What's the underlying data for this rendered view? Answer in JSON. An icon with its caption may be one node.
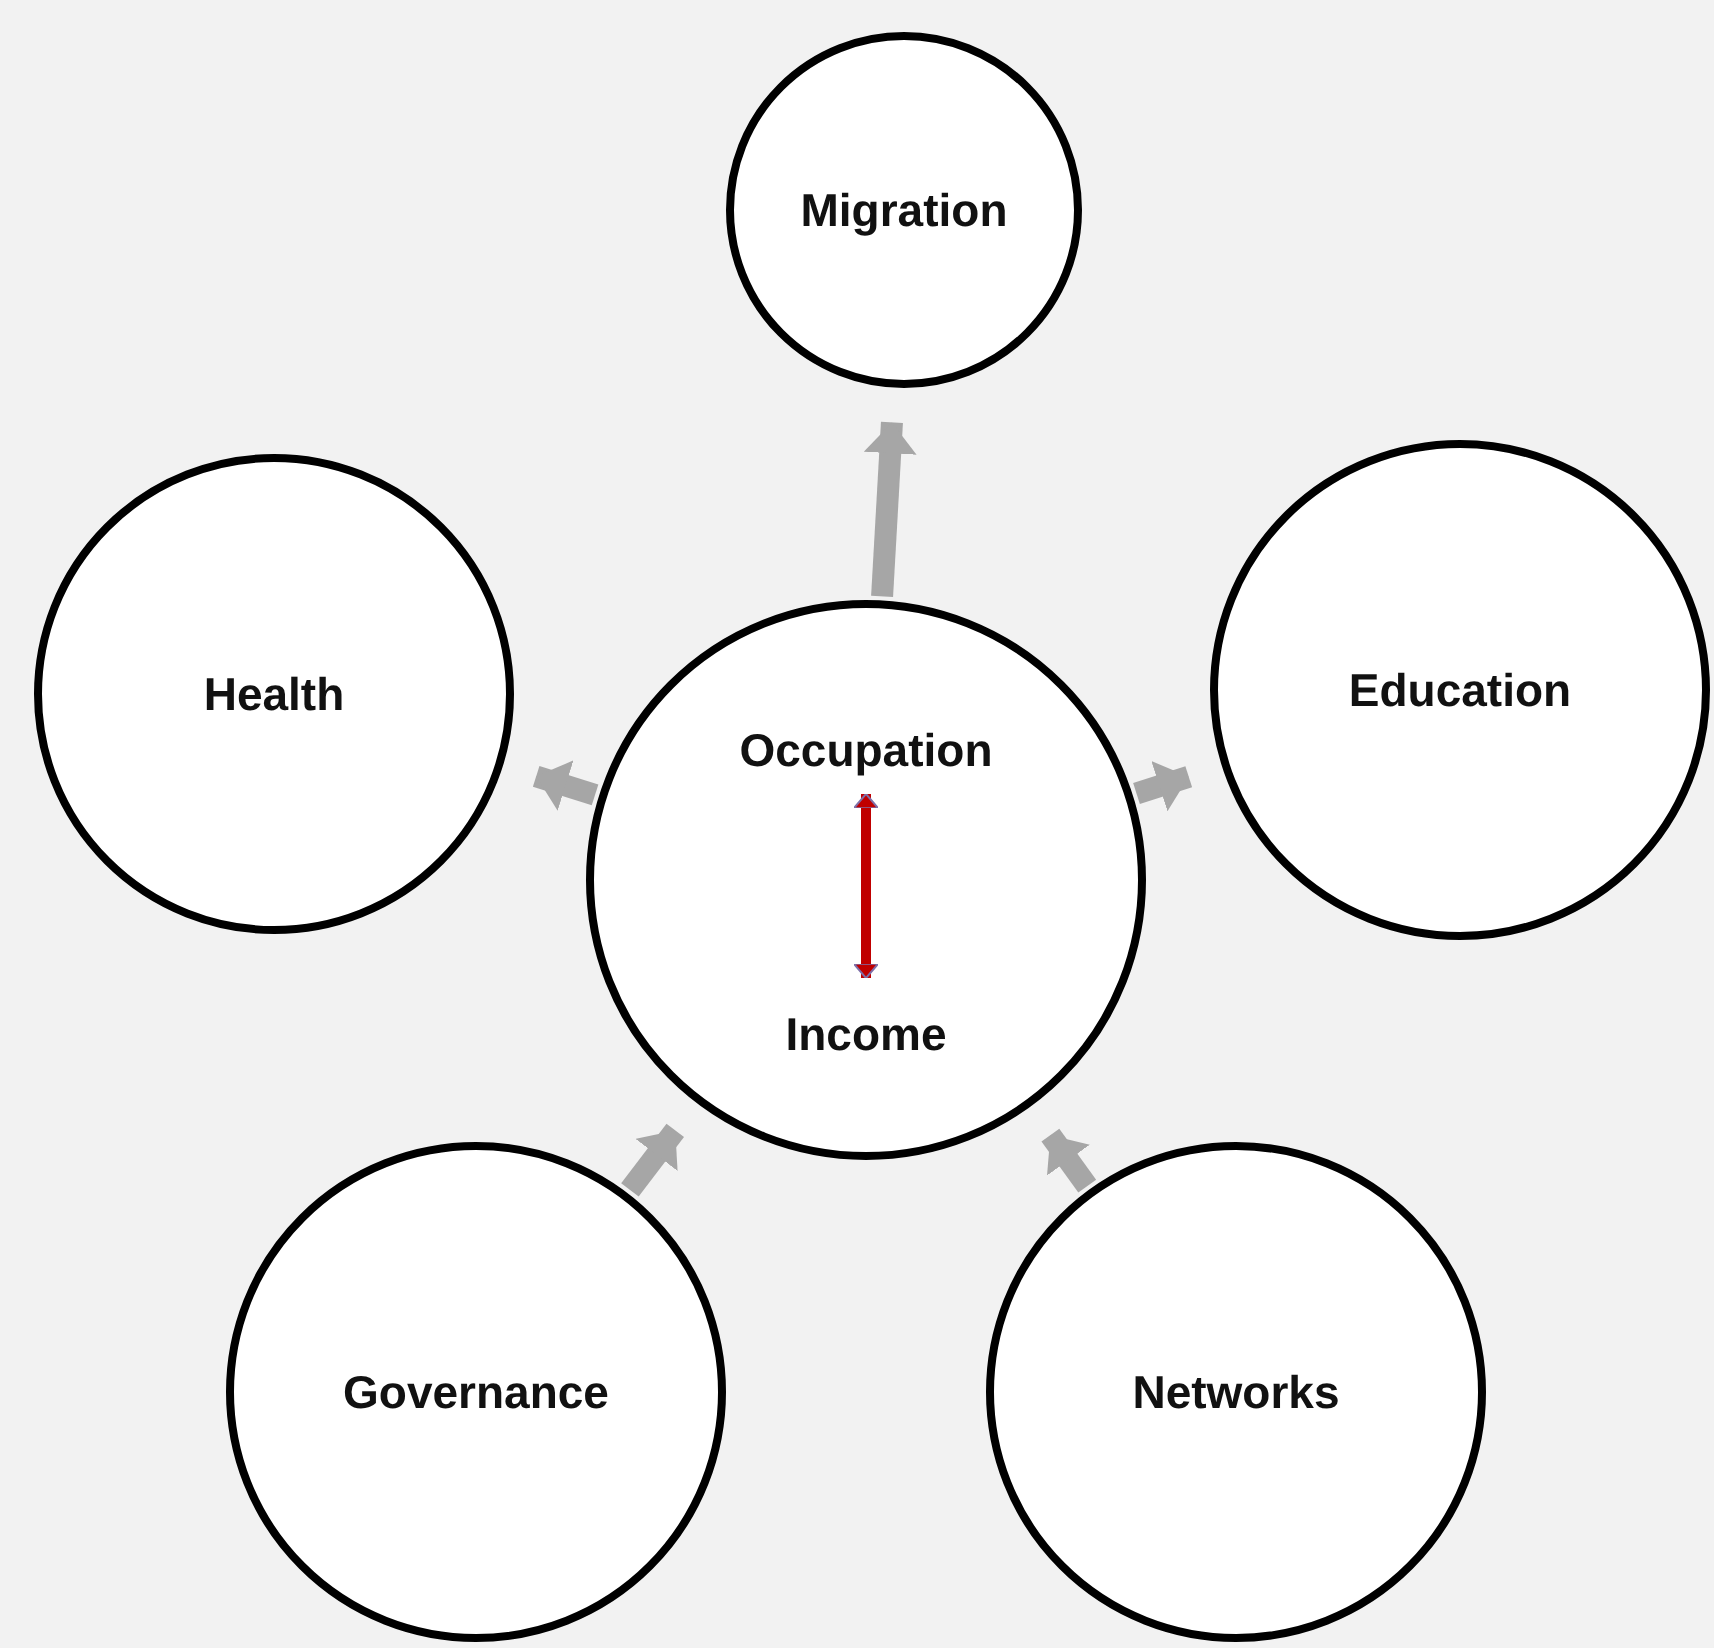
{
  "diagram": {
    "nodes": [
      {
        "text": [
          "Migration"
        ]
      },
      {
        "text": [
          "Health"
        ]
      },
      {
        "text": [],
        "shape": "circle"
      },
      {
        "text": [
          "Occupation"
        ],
        "in": 2
      },
      {
        "text": [
          "Income"
        ],
        "in": 2
      },
      {
        "text": [
          "Education"
        ]
      },
      {
        "text": [
          "Governance"
        ]
      },
      {
        "text": [
          "Networks"
        ]
      }
    ],
    "edges": [
      {
        "from": 2,
        "to": 0,
        "arrow": "to"
      },
      {
        "from": 2,
        "to": 5,
        "arrow": "to"
      },
      {
        "from": 7,
        "to": 2,
        "arrow": "to"
      },
      {
        "from": 6,
        "to": 2,
        "arrow": "to"
      },
      {
        "from": 2,
        "to": 1,
        "arrow": "to"
      },
      {
        "from": 3,
        "to": 4,
        "arrow": "both",
        "color": "#c00000"
      }
    ]
  }
}
